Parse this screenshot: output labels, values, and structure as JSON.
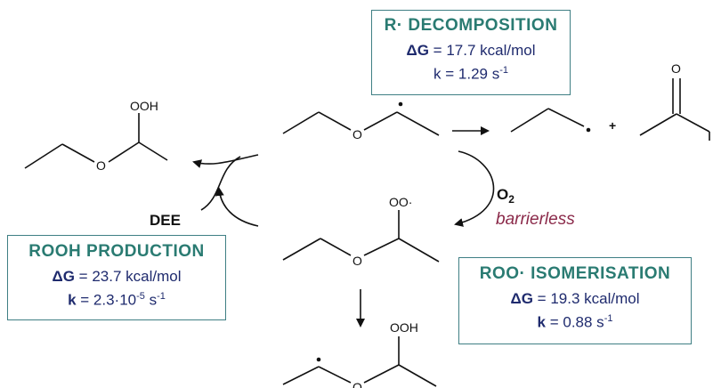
{
  "boxes": {
    "r_decomposition": {
      "title": "R· DECOMPOSITION",
      "dg_label": "ΔG",
      "dg_value": " = 17.7 kcal/mol",
      "k_label": "k",
      "k_value": " = 1.29 s",
      "k_exp": "-1"
    },
    "rooh_production": {
      "title": "ROOH PRODUCTION",
      "dg_label": "ΔG",
      "dg_value": " = 23.7 kcal/mol",
      "k_label": "k",
      "k_value": " = 2.3·10",
      "k_exp": "-5",
      "k_unit": " s",
      "k_unit_exp": "-1"
    },
    "roo_isomerisation": {
      "title": "ROO· ISOMERISATION",
      "dg_label": "ΔG",
      "dg_value": " = 19.3 kcal/mol",
      "k_label": "k",
      "k_value": " = 0.88 s",
      "k_exp": "-1"
    }
  },
  "labels": {
    "ooh_top": "OOH",
    "o_left": "O",
    "o_radical": "O",
    "oo_radical": "OO·",
    "o_peroxy": "O",
    "ooh_bottom": "OOH",
    "o_bottom": "O",
    "o_carbonyl": "O",
    "plus": "+",
    "dee": "DEE",
    "o2": "O",
    "o2_sub": "2",
    "barrierless": "barrierless"
  },
  "colors": {
    "box_border": "#3f7f84",
    "title": "#2a7b72",
    "value_text": "#1f2b6e",
    "condition_text": "#8b2a4a"
  }
}
